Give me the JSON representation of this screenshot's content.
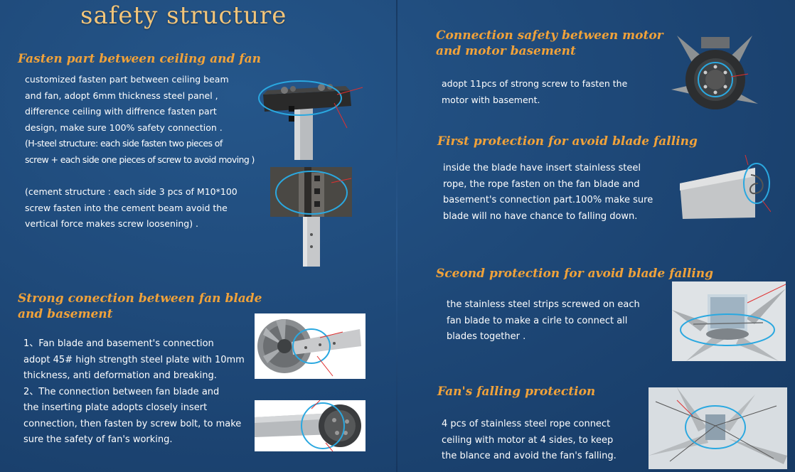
{
  "title": "safety structure",
  "left": {
    "section1": {
      "heading": "Fasten part between ceiling and fan",
      "para1": [
        "customized fasten part between ceiling beam",
        "and fan, adopt 6mm thickness steel panel ,",
        "difference ceiling with diffrence fasten part",
        "design,  make sure 100% safety connection .",
        "(H-steel structure: each side fasten two pieces of",
        "screw + each side one pieces of screw to avoid moving )"
      ],
      "para2": [
        "(cement structure : each side 3 pcs of  M10*100",
        "screw fasten into the cement beam avoid the",
        "vertical force makes screw loosening) ."
      ]
    },
    "section2": {
      "heading_line1": "Strong conection between fan blade",
      "heading_line2": " and basement",
      "lines": [
        "1、Fan blade and basement's connection",
        "adopt 45# high strength steel plate with 10mm",
        "thickness, anti deformation and breaking.",
        "2、The connection between fan blade and",
        "the inserting plate adopts closely insert",
        "connection, then fasten by screw bolt, to make",
        "sure the safety of fan's working."
      ]
    }
  },
  "right": {
    "section1": {
      "heading_line1": "Connection safety between motor",
      "heading_line2": " and motor basement",
      "lines": [
        "adopt 11pcs of strong screw to fasten the",
        "motor with basement."
      ]
    },
    "section2": {
      "heading": "First protection for avoid blade falling",
      "lines": [
        "inside the blade have insert stainless steel",
        "rope, the rope fasten on the fan blade and",
        "basement's connection part.100% make sure",
        "blade will no have chance to falling down."
      ]
    },
    "section3": {
      "heading": "Sceond protection for avoid blade falling",
      "lines": [
        "the stainless steel strips screwed on each",
        "fan blade to make a cirle to connect all",
        "blades together ."
      ]
    },
    "section4": {
      "heading": "Fan's falling protection",
      "lines": [
        "4 pcs of stainless steel rope connect",
        "ceiling with motor at 4 sides, to keep",
        "the blance and avoid the fan's falling."
      ]
    }
  },
  "colors": {
    "background": "#1f4978",
    "title": "#f2c57a",
    "heading": "#f0a23a",
    "text": "#ffffff",
    "highlight_ring": "#2aa8e0",
    "annotation": "#e03030"
  }
}
